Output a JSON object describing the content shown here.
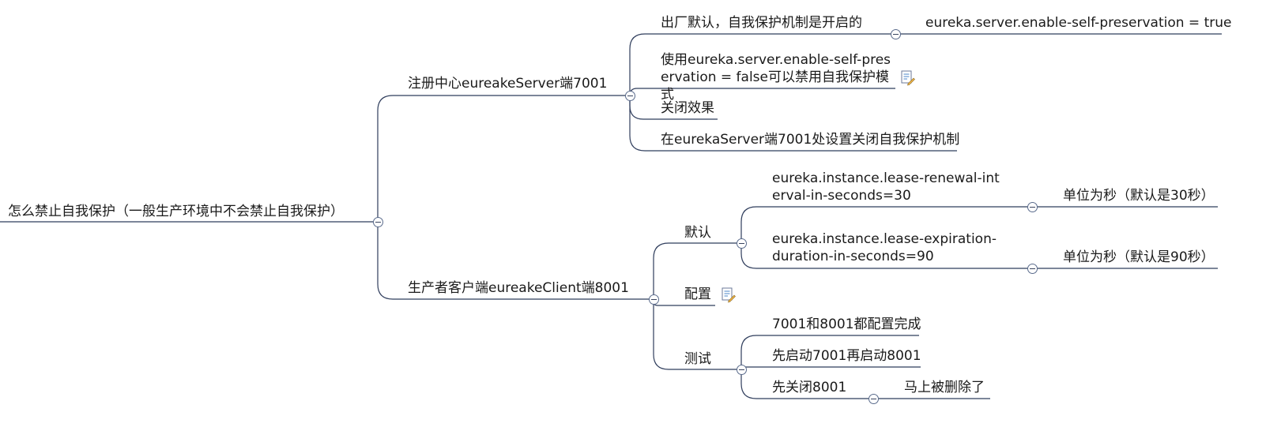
{
  "root": {
    "label": "怎么禁止自我保护（一般生产环境中不会禁止自我保护）"
  },
  "branches": [
    {
      "label": "注册中心eureakeServer端7001",
      "children": [
        {
          "label": "出厂默认，自我保护机制是开启的",
          "children": [
            {
              "label": "eureka.server.enable-self-preservation = true"
            }
          ]
        },
        {
          "label": "使用eureka.server.enable-self-preservation = false可以禁用自我保护模式",
          "has_note": true
        },
        {
          "label": "关闭效果"
        },
        {
          "label": "在eurekaServer端7001处设置关闭自我保护机制"
        }
      ]
    },
    {
      "label": "生产者客户端eureakeClient端8001",
      "children": [
        {
          "label": "默认",
          "children": [
            {
              "label": "eureka.instance.lease-renewal-interval-in-seconds=30",
              "children": [
                {
                  "label": "单位为秒（默认是30秒）"
                }
              ]
            },
            {
              "label": "eureka.instance.lease-expiration-duration-in-seconds=90",
              "children": [
                {
                  "label": "单位为秒（默认是90秒）"
                }
              ]
            }
          ]
        },
        {
          "label": "配置",
          "has_note": true
        },
        {
          "label": "测试",
          "children": [
            {
              "label": "7001和8001都配置完成"
            },
            {
              "label": "先启动7001再启动8001"
            },
            {
              "label": "先关闭8001",
              "children": [
                {
                  "label": "马上被删除了"
                }
              ]
            }
          ]
        }
      ]
    }
  ],
  "colors": {
    "line": "#2f3d5c",
    "text": "#1a1a1a"
  }
}
